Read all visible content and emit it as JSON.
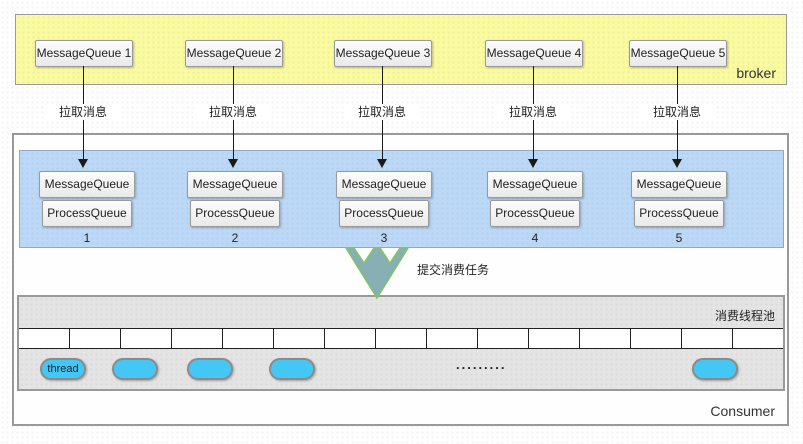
{
  "broker": {
    "label": "broker",
    "queues": [
      {
        "label": "MessageQueue 1"
      },
      {
        "label": "MessageQueue 2"
      },
      {
        "label": "MessageQueue 3"
      },
      {
        "label": "MessageQueue 4"
      },
      {
        "label": "MessageQueue 5"
      }
    ]
  },
  "pull_arrows": {
    "labels": [
      "拉取消息",
      "拉取消息",
      "拉取消息",
      "拉取消息",
      "拉取消息"
    ]
  },
  "consumer": {
    "label": "Consumer",
    "queue_pairs": [
      {
        "message_queue": "MessageQueue 1",
        "process_queue": "ProcessQueue 1"
      },
      {
        "message_queue": "MessageQueue 2",
        "process_queue": "ProcessQueue 2"
      },
      {
        "message_queue": "MessageQueue 3",
        "process_queue": "ProcessQueue 3"
      },
      {
        "message_queue": "MessageQueue 4",
        "process_queue": "ProcessQueue 4"
      },
      {
        "message_queue": "MessageQueue 5",
        "process_queue": "ProcessQueue 5"
      }
    ],
    "submit_task_label": "提交消费任务",
    "thread_pool": {
      "label": "消费线程池",
      "cell_count": 15,
      "threads": [
        {
          "label": "thread"
        },
        {
          "label": ""
        },
        {
          "label": ""
        },
        {
          "label": ""
        },
        {
          "label": ""
        }
      ],
      "ellipsis": "........."
    }
  },
  "colors": {
    "broker_bg": "#FAFAA0",
    "queue_group_bg": "#BCD8F7",
    "thread_pool_bg": "#E4E4E4",
    "thread_capsule": "#45C7F5",
    "box_bg": "#F0F0F0",
    "big_arrow_fill": "#87AFB4",
    "big_arrow_border": "#82C366"
  }
}
